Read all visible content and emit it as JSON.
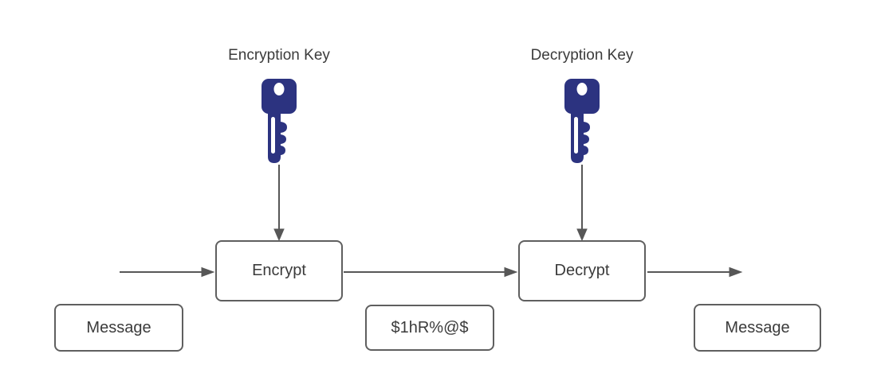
{
  "diagram": {
    "encryption_key_label": "Encryption Key",
    "decryption_key_label": "Decryption Key",
    "encrypt_label": "Encrypt",
    "decrypt_label": "Decrypt",
    "message_input_label": "Message",
    "ciphertext_label": "$1hR%@$",
    "message_output_label": "Message",
    "icons": {
      "encryption_key": "key-icon",
      "decryption_key": "key-icon"
    },
    "colors": {
      "key_fill": "#2c3380",
      "connector": "#575757",
      "box_border": "#5f5f5f",
      "text": "#3b3b3b",
      "background": "#ffffff"
    }
  }
}
